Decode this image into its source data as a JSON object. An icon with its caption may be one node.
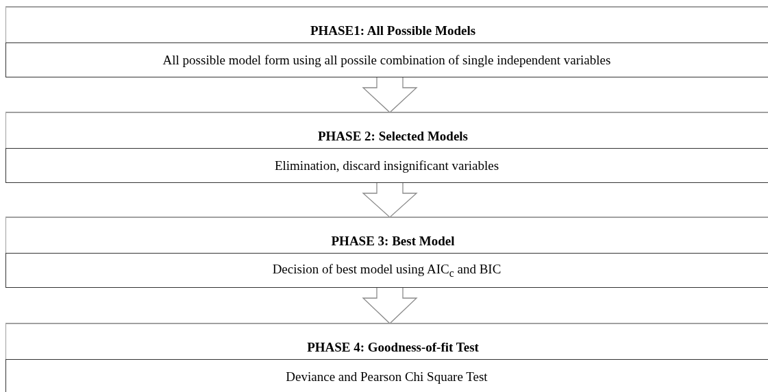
{
  "diagram": {
    "nodes": [
      {
        "text": [
          "PHASE1: All Possible Models",
          "All possible model form using all possile combination of single independent variables"
        ]
      },
      {
        "text": [
          "PHASE 2: Selected Models",
          "Elimination, discard insignificant variables"
        ]
      },
      {
        "text": [
          "PHASE 3: Best Model",
          "Decision of best model using AIC$_{c}$ and BIC"
        ]
      },
      {
        "text": [
          "PHASE 4: Goodness-of-fit Test",
          "Deviance and Pearson Chi Square Test"
        ]
      }
    ],
    "edges": [
      {
        "from": 0,
        "to": 1,
        "arrow": "to"
      },
      {
        "from": 1,
        "to": 2,
        "arrow": "to"
      },
      {
        "from": 2,
        "to": 3,
        "arrow": "to"
      }
    ]
  }
}
